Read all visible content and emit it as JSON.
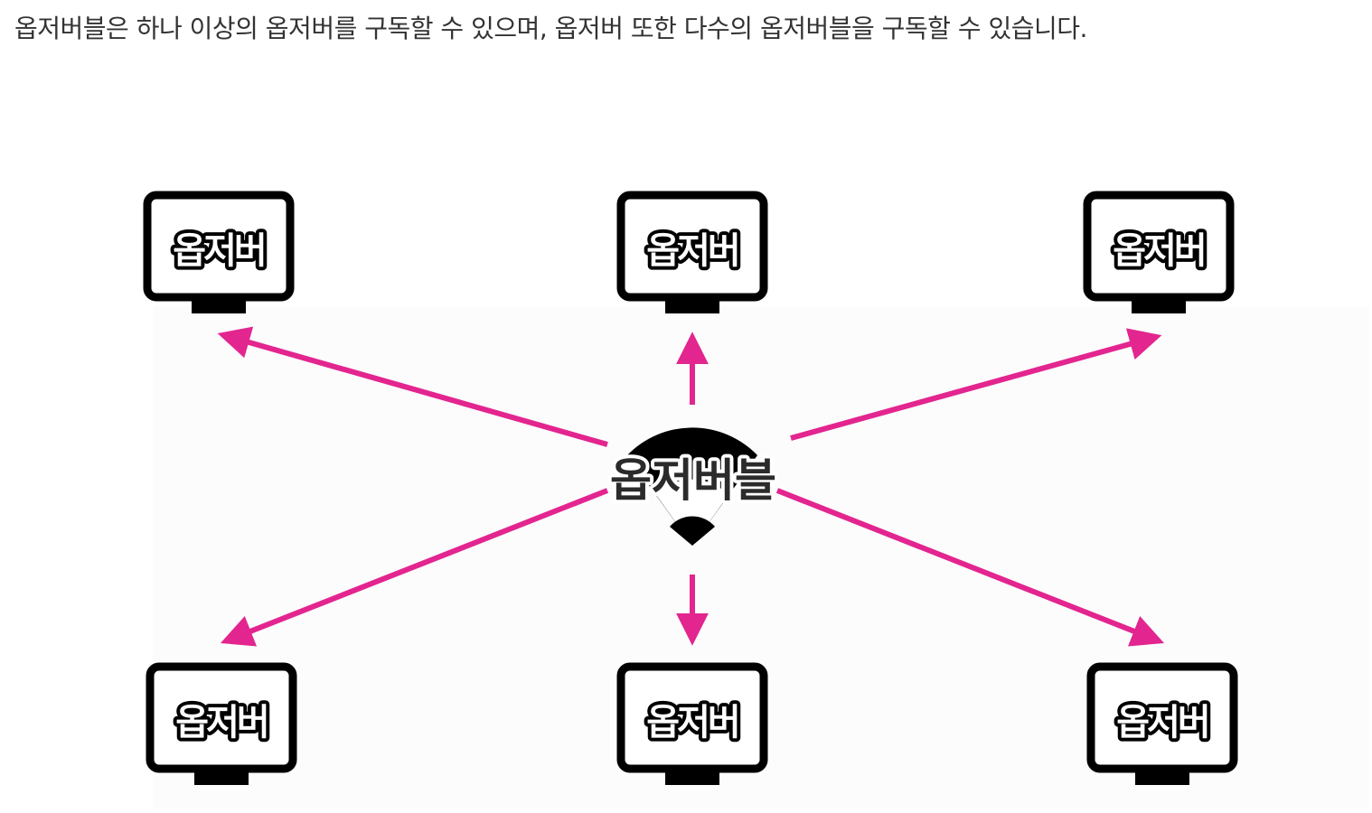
{
  "caption": "옵저버블은 하나 이상의 옵저버를 구독할 수 있으며, 옵저버 또한 다수의 옵저버블을 구독할 수 있습니다.",
  "diagram": {
    "center_label": "옵저버블",
    "center_icon": "wifi-broadcast-icon",
    "observer_icon": "monitor-icon",
    "arrow_color": "#e3258f",
    "observers": [
      {
        "label": "옵저버"
      },
      {
        "label": "옵저버"
      },
      {
        "label": "옵저버"
      },
      {
        "label": "옵저버"
      },
      {
        "label": "옵저버"
      },
      {
        "label": "옵저버"
      }
    ]
  }
}
